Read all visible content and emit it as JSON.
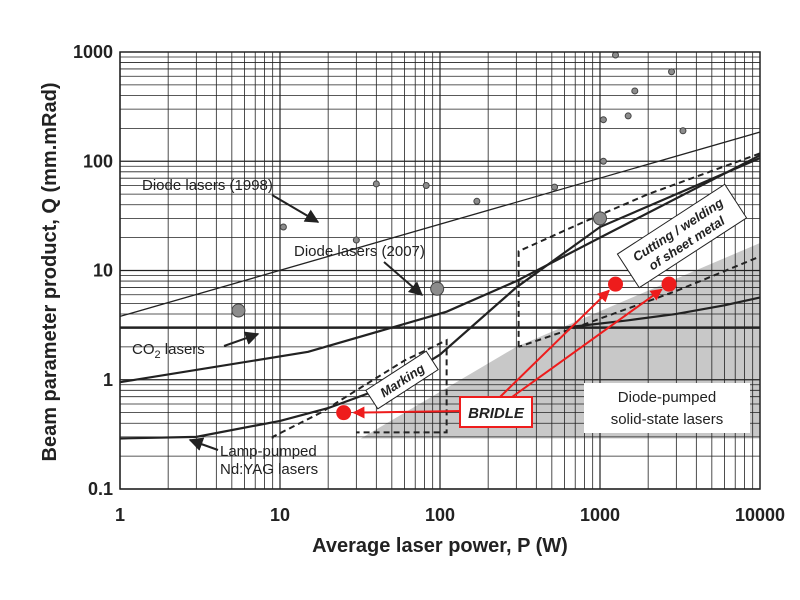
{
  "chart_data": {
    "type": "line",
    "xscale": "log",
    "yscale": "log",
    "xlim": [
      1,
      10000
    ],
    "ylim": [
      0.1,
      1000
    ],
    "grid": true,
    "xlabel": "Average laser power, P (W)",
    "ylabel": "Beam parameter product, Q (mm.mRad)",
    "x_ticks": [
      "1",
      "10",
      "100",
      "1000",
      "10000"
    ],
    "y_ticks": [
      "0.1",
      "1",
      "10",
      "100",
      "1000"
    ],
    "series": [
      {
        "x": [
          1,
          12000
        ],
        "y": [
          3.8,
          200
        ]
      },
      {
        "x": [
          1,
          15,
          110,
          300,
          1000,
          12000
        ],
        "y": [
          0.95,
          1.8,
          4.2,
          8,
          20,
          130
        ]
      },
      {
        "x": [
          1,
          12000
        ],
        "y": [
          3.0,
          3.0
        ]
      },
      {
        "x": [
          1,
          3,
          10,
          20,
          50,
          100,
          300,
          1000,
          3000,
          12000
        ],
        "y": [
          0.29,
          0.3,
          0.42,
          0.55,
          0.9,
          1.7,
          7,
          25,
          50,
          120
        ]
      },
      {
        "x": [
          600,
          1500,
          3000,
          6000,
          12000
        ],
        "y": [
          3.0,
          3.5,
          4.0,
          4.8,
          6.0
        ]
      }
    ],
    "scatter": [
      {
        "x": 5.5,
        "y": 4.3,
        "size": "large"
      },
      {
        "x": 10.5,
        "y": 25,
        "size": "small"
      },
      {
        "x": 30,
        "y": 19,
        "size": "small"
      },
      {
        "x": 40,
        "y": 62,
        "size": "small"
      },
      {
        "x": 82,
        "y": 60,
        "size": "small"
      },
      {
        "x": 96,
        "y": 6.8,
        "size": "large"
      },
      {
        "x": 170,
        "y": 43,
        "size": "small"
      },
      {
        "x": 520,
        "y": 58,
        "size": "small"
      },
      {
        "x": 1000,
        "y": 30,
        "size": "large"
      },
      {
        "x": 1050,
        "y": 100,
        "size": "small"
      },
      {
        "x": 1050,
        "y": 240,
        "size": "small"
      },
      {
        "x": 1250,
        "y": 1000,
        "size": "small"
      },
      {
        "x": 1500,
        "y": 260,
        "size": "small"
      },
      {
        "x": 1650,
        "y": 440,
        "size": "small"
      },
      {
        "x": 2800,
        "y": 660,
        "size": "small"
      },
      {
        "x": 3300,
        "y": 190,
        "size": "small"
      }
    ],
    "bridle_points": [
      {
        "x": 25,
        "y": 0.5
      },
      {
        "x": 1250,
        "y": 7.5
      },
      {
        "x": 2700,
        "y": 7.5
      }
    ],
    "annotations": {
      "diode_1998": "Diode lasers (1998)",
      "diode_2007": "Diode lasers (2007)",
      "co2": "CO",
      "co2_sub": "2",
      "co2_suffix": " lasers",
      "marking": "Marking",
      "cutting_1": "Cutting / welding",
      "cutting_2": "of sheet metal",
      "diode_pumped_1": "Diode-pumped",
      "diode_pumped_2": "solid-state lasers",
      "lamp_1": "Lamp-pumped",
      "lamp_2": "Nd:YAG lasers",
      "bridle": "BRIDLE"
    },
    "colors": {
      "bridle": "#ee1c1c",
      "shade": "#c8c8c8",
      "line": "#222222",
      "scatter": "#8c8c8c"
    }
  }
}
